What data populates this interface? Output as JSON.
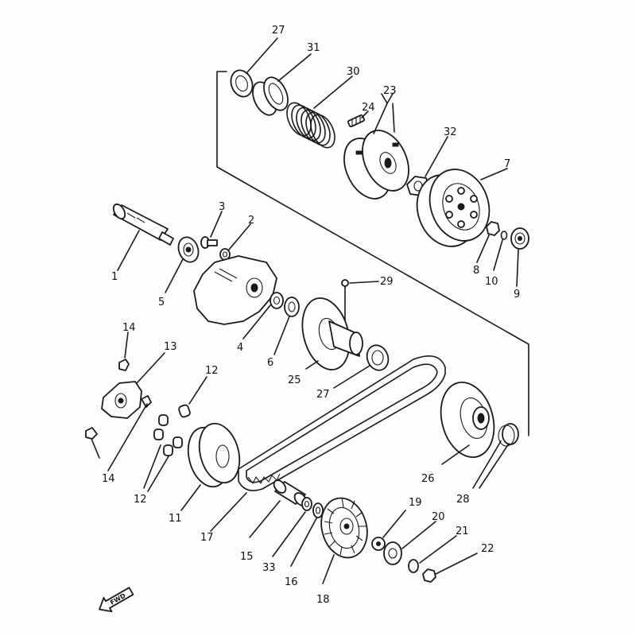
{
  "labels": {
    "p1": "1",
    "p2": "2",
    "p3": "3",
    "p4": "4",
    "p5": "5",
    "p6": "6",
    "p7": "7",
    "p8": "8",
    "p9": "9",
    "p10": "10",
    "p11": "11",
    "p12a": "12",
    "p12b": "12",
    "p13": "13",
    "p14a": "14",
    "p14b": "14",
    "p15": "15",
    "p16": "16",
    "p17": "17",
    "p18": "18",
    "p19": "19",
    "p20": "20",
    "p21": "21",
    "p22": "22",
    "p23": "23",
    "p24": "24",
    "p25": "25",
    "p26": "26",
    "p27a": "27",
    "p27b": "27",
    "p28": "28",
    "p29": "29",
    "p30": "30",
    "p31": "31",
    "p32": "32",
    "p33": "33"
  },
  "direction_marker": "FWD"
}
